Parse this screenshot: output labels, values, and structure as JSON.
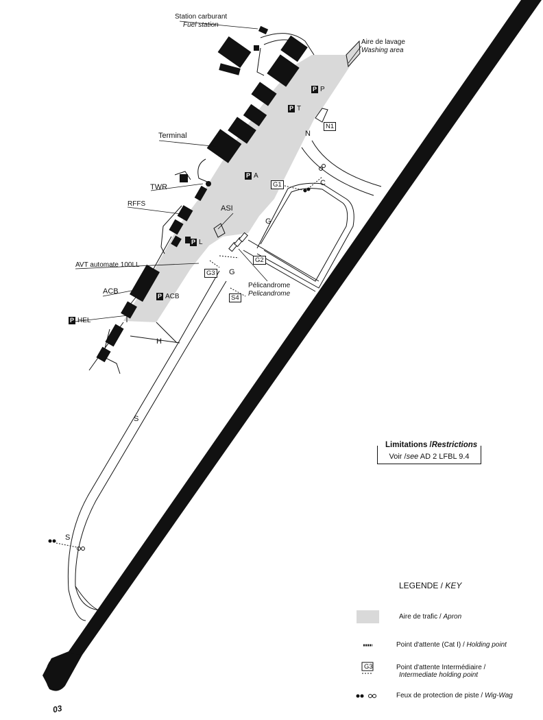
{
  "labels": {
    "fuel_station_fr": "Station carburant",
    "fuel_station_en": "Fuel station",
    "washing_area_fr": "Aire de lavage",
    "washing_area_en": "Washing area",
    "terminal": "Terminal",
    "twr": "TWR",
    "rffs": "RFFS",
    "asi": "ASI",
    "avt": "AVT automate 100LL",
    "acb": "ACB",
    "pelicandrome_fr": "Pélicandrome",
    "pelicandrome_en": "Pelicandrome",
    "runway_code": "03"
  },
  "parking": {
    "p_symbol": "P",
    "p": "P",
    "t": "T",
    "a": "A",
    "l": "L",
    "acb": "ACB",
    "hel": "HEL"
  },
  "taxiways": {
    "n": "N",
    "c": "C",
    "g1": "G",
    "g2": "G",
    "h": "H",
    "s1": "S",
    "s2": "S"
  },
  "holding_points": {
    "n1": "N1",
    "g1": "G1",
    "g2": "G2",
    "g3": "G3",
    "s4": "S4"
  },
  "restrictions": {
    "title_fr": "Limitations /",
    "title_en": "Restrictions",
    "body_fr": "Voir /",
    "body_en": "see",
    "body_ref": "AD 2 LFBL 9.4"
  },
  "legend": {
    "title_fr": "LEGENDE /",
    "title_en": "KEY",
    "apron_fr": "Aire de trafic /",
    "apron_en": "Apron",
    "holding_fr": "Point d'attente (Cat I) /",
    "holding_en": "Holding point",
    "intermediate_code": "G3",
    "intermediate_fr": "Point d'attente Intermédiaire /",
    "intermediate_en": "Intermediate holding point",
    "wigwag_fr": "Feux de protection de piste /",
    "wigwag_en": "Wig-Wag"
  },
  "colors": {
    "apron": "#d9d9d9",
    "ink": "#111111"
  }
}
